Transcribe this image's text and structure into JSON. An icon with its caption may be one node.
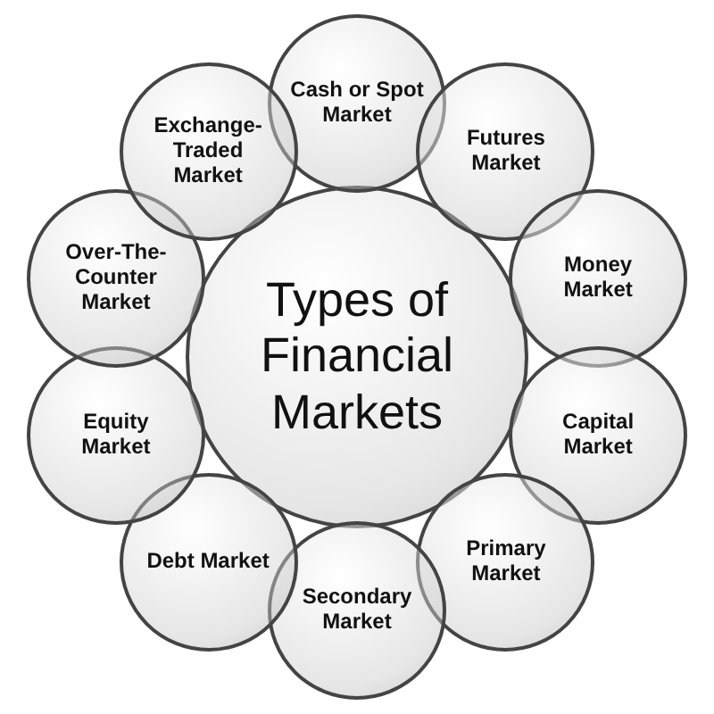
{
  "diagram": {
    "nodes": [
      {
        "text": [
          "Types of Financial Markets"
        ]
      },
      {
        "text": [
          "Cash or Spot Market"
        ]
      },
      {
        "text": [
          "Futures Market"
        ]
      },
      {
        "text": [
          "Money Market"
        ]
      },
      {
        "text": [
          "Capital Market"
        ]
      },
      {
        "text": [
          "Primary Market"
        ]
      },
      {
        "text": [
          "Secondary Market"
        ]
      },
      {
        "text": [
          "Debt Market"
        ]
      },
      {
        "text": [
          "Equity Market"
        ]
      },
      {
        "text": [
          "Over-The-Counter Market"
        ]
      },
      {
        "text": [
          "Exchange-Traded Market"
        ]
      }
    ]
  }
}
